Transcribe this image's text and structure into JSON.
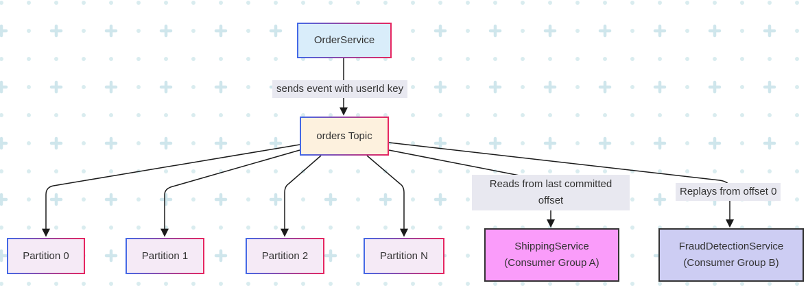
{
  "nodes": {
    "order_service": {
      "label": "OrderService",
      "fill": "#d9edfa"
    },
    "orders_topic": {
      "label": "orders Topic",
      "fill": "#fdf1de"
    },
    "partition_0": {
      "label": "Partition 0",
      "fill": "#f5eaf6"
    },
    "partition_1": {
      "label": "Partition 1",
      "fill": "#f5eaf6"
    },
    "partition_2": {
      "label": "Partition 2",
      "fill": "#f5eaf6"
    },
    "partition_n": {
      "label": "Partition N",
      "fill": "#f5eaf6"
    },
    "shipping_service": {
      "line1": "ShippingService",
      "line2": "(Consumer Group A)",
      "fill": "#fa9cfa"
    },
    "fraud_detection_service": {
      "line1": "FraudDetectionService",
      "line2": "(Consumer Group B)",
      "fill": "#cdcdf3"
    }
  },
  "edge_labels": {
    "sends_event": "sends event with userId key",
    "reads_offset": "Reads from last committed offset",
    "replays_offset": "Replays from offset 0"
  },
  "colors": {
    "node_border_gradient_start": "#4468e6",
    "node_border_gradient_end": "#e62560",
    "consumer_border": "#333333",
    "edge_line": "#1b1b1b",
    "edge_label_background": "#e8e8f0",
    "text": "#333333",
    "background": "#ffffff",
    "pattern_dot": "#d9ecef",
    "pattern_plus": "#cfe6ec"
  }
}
